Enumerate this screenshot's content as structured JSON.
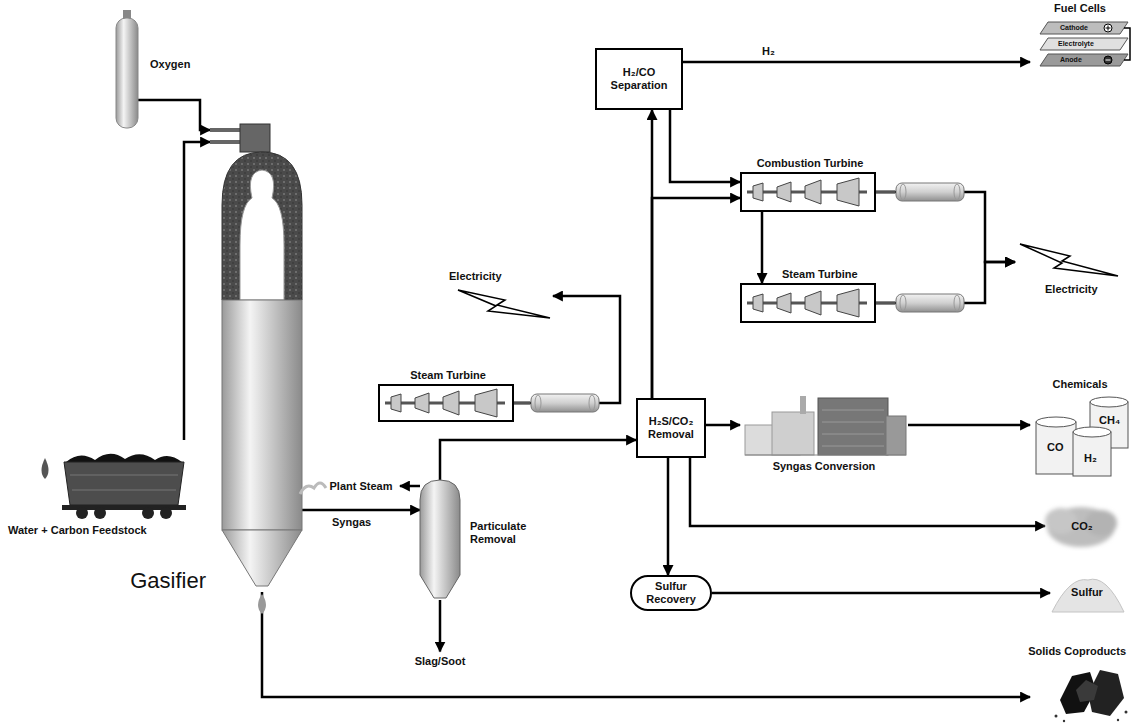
{
  "diagram": {
    "nodes": [
      {
        "text": [
          "Fuel Cells"
        ]
      },
      {
        "text": [
          "H₂/CO Separation"
        ]
      },
      {
        "text": [
          "Combustion Turbine"
        ]
      },
      {
        "text": [
          "Oxygen"
        ]
      },
      {
        "text": [
          "Electricity"
        ]
      },
      {
        "text": [
          "Steam Turbine"
        ]
      },
      {
        "text": [
          "Steam Turbine"
        ]
      },
      {
        "text": [
          "Electricity"
        ]
      },
      {
        "text": [
          "Chemicals"
        ]
      },
      {
        "text": [
          "Plant Steam"
        ]
      },
      {
        "text": [
          "Particulate Removal"
        ]
      },
      {
        "text": [
          "H₂S/CO₂ Removal"
        ]
      },
      {
        "text": [
          "Syngas Conversion"
        ]
      },
      {
        "text": [
          "Water + Carbon Feedstock"
        ]
      },
      {
        "text": [
          "CO₂"
        ]
      },
      {
        "text": [
          "Slag/Soot"
        ]
      },
      {
        "text": [
          "Sulfur Recovery"
        ]
      },
      {
        "text": [
          "Sulfur"
        ]
      },
      {
        "text": [
          "Solids Coproducts"
        ]
      },
      {
        "text": [
          "Gasifier"
        ]
      }
    ],
    "edges": [
      {
        "from": 3,
        "to": 19,
        "arrow": "to"
      },
      {
        "from": 13,
        "to": 19,
        "arrow": "to"
      },
      {
        "from": 19,
        "to": 10,
        "label": "Syngas",
        "arrow": "to"
      },
      {
        "from": 10,
        "to": 9,
        "arrow": "to"
      },
      {
        "from": 10,
        "to": 15,
        "arrow": "to"
      },
      {
        "from": 10,
        "to": 11,
        "arrow": "to"
      },
      {
        "from": 5,
        "to": 4,
        "arrow": "to"
      },
      {
        "from": 11,
        "to": 1,
        "arrow": "to"
      },
      {
        "from": 11,
        "to": 2,
        "arrow": "to"
      },
      {
        "from": 1,
        "to": 0,
        "label": "H₂",
        "arrow": "to"
      },
      {
        "from": 1,
        "to": 2,
        "arrow": "to"
      },
      {
        "from": 2,
        "to": 6,
        "arrow": "to"
      },
      {
        "from": 2,
        "to": 7,
        "arrow": "to"
      },
      {
        "from": 6,
        "to": 7,
        "arrow": "to"
      },
      {
        "from": 11,
        "to": 12,
        "arrow": "to"
      },
      {
        "from": 12,
        "to": 8,
        "arrow": "to"
      },
      {
        "from": 11,
        "to": 14,
        "arrow": "to"
      },
      {
        "from": 11,
        "to": 16,
        "arrow": "to"
      },
      {
        "from": 16,
        "to": 17,
        "arrow": "to"
      },
      {
        "from": 19,
        "to": 18,
        "arrow": "to"
      }
    ],
    "labels": [
      "CO",
      "H₂",
      "CH₄",
      "Cathode",
      "Electrolyte",
      "Anode"
    ]
  }
}
